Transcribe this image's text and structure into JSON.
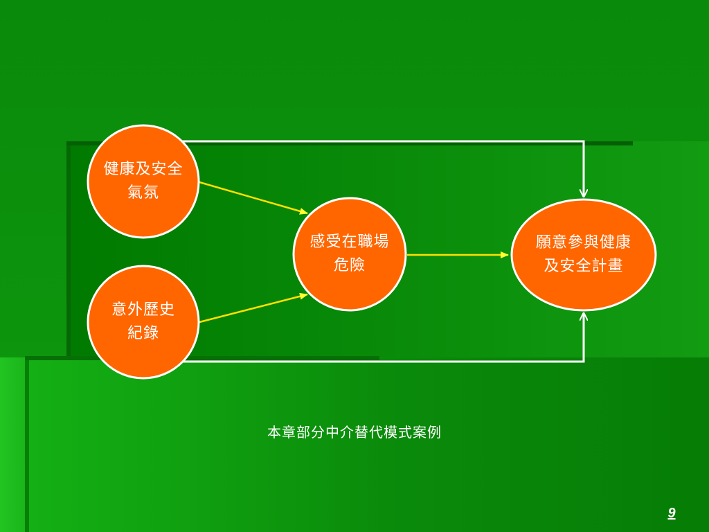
{
  "diagram": {
    "nodes": [
      {
        "id": "safety-climate",
        "lines": [
          "健康及安全",
          "氣氛"
        ]
      },
      {
        "id": "accident-history",
        "lines": [
          "意外歷史",
          "紀錄"
        ]
      },
      {
        "id": "perceived-risk",
        "lines": [
          "感受在職場",
          "危險"
        ]
      },
      {
        "id": "willingness",
        "lines": [
          "願意參與健康",
          "及安全計畫"
        ]
      }
    ],
    "caption": "本章部分中介替代模式案例"
  },
  "page_number": "9",
  "colors": {
    "node_fill": "#ff6600",
    "node_stroke": "#ffffff",
    "path_arrow": "#ffff00",
    "direct_arrow": "#ffffff",
    "background": "#008a00"
  }
}
